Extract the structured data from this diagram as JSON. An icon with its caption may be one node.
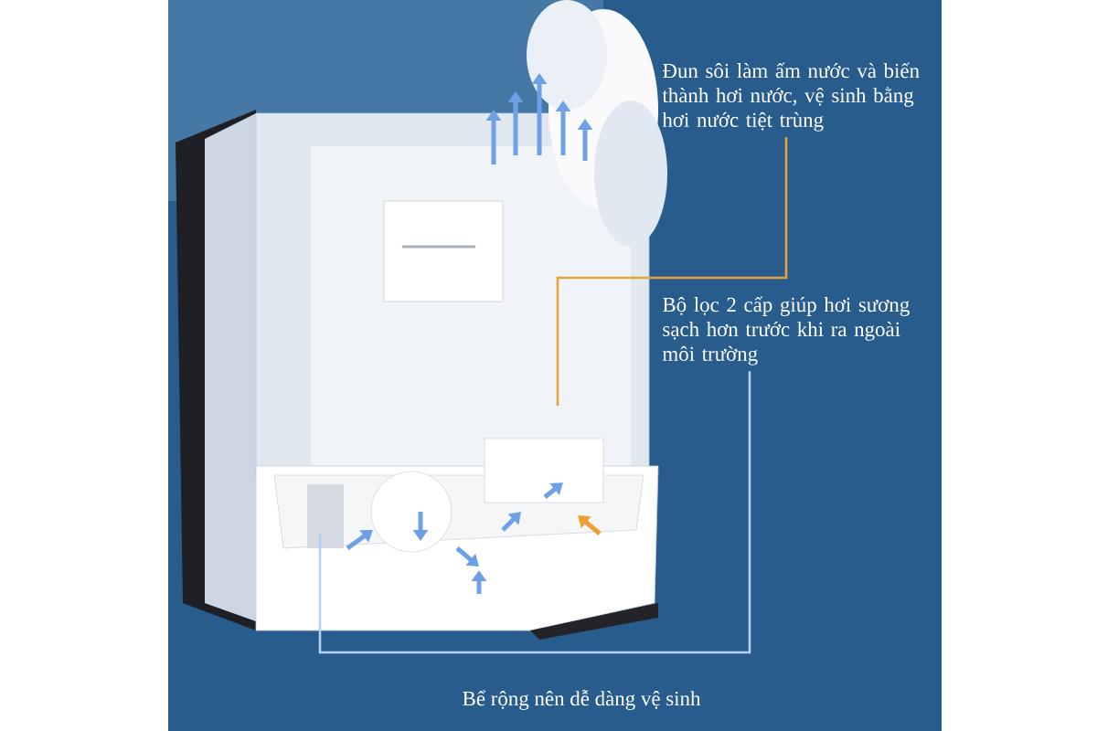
{
  "diagram": {
    "nodes": [
      {
        "text": [
          "Đun sôi làm ấm nước và biến thành hơi nước, vệ sinh bằng hơi nước tiệt trùng"
        ]
      },
      {
        "text": [
          "Bộ lọc 2 cấp giúp hơi sương sạch hơn trước khi ra ngoài môi trường"
        ]
      }
    ],
    "edges": [
      {
        "from": 0,
        "to": null,
        "arrow": "none",
        "color": "#e8a23a"
      },
      {
        "from": 1,
        "to": null,
        "arrow": "none",
        "color": "#b4d2f4"
      }
    ],
    "labels": [
      "Bể rộng nên dễ dàng vệ sinh"
    ]
  }
}
